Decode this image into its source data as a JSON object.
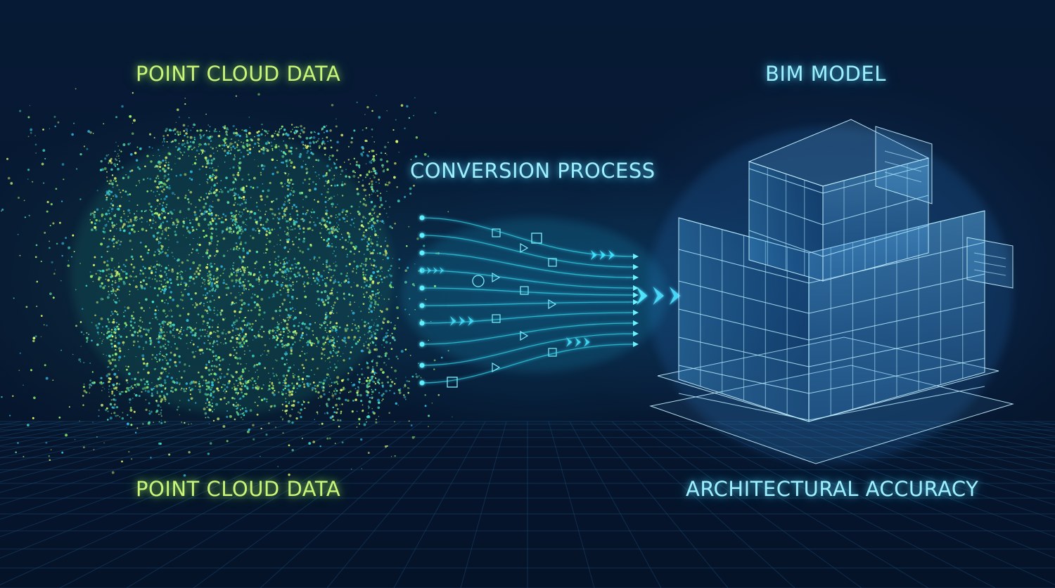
{
  "labels": {
    "top_left": "POINT CLOUD DATA",
    "top_right": "BIM MODEL",
    "center": "CONVERSION PROCESS",
    "bottom_left": "POINT CLOUD DATA",
    "bottom_right": "ARCHITECTURAL ACCURACY"
  },
  "colors": {
    "background": "#06142b",
    "point_cloud_green": "#c8f57a",
    "point_cloud_teal": "#3fe0c8",
    "bim_cyan": "#9ff0ff",
    "flow_cyan": "#35d9f0"
  },
  "scene": {
    "left_visual": "point-cloud-building",
    "center_visual": "data-flow-arrows",
    "right_visual": "wireframe-building",
    "floor": "perspective-grid"
  }
}
